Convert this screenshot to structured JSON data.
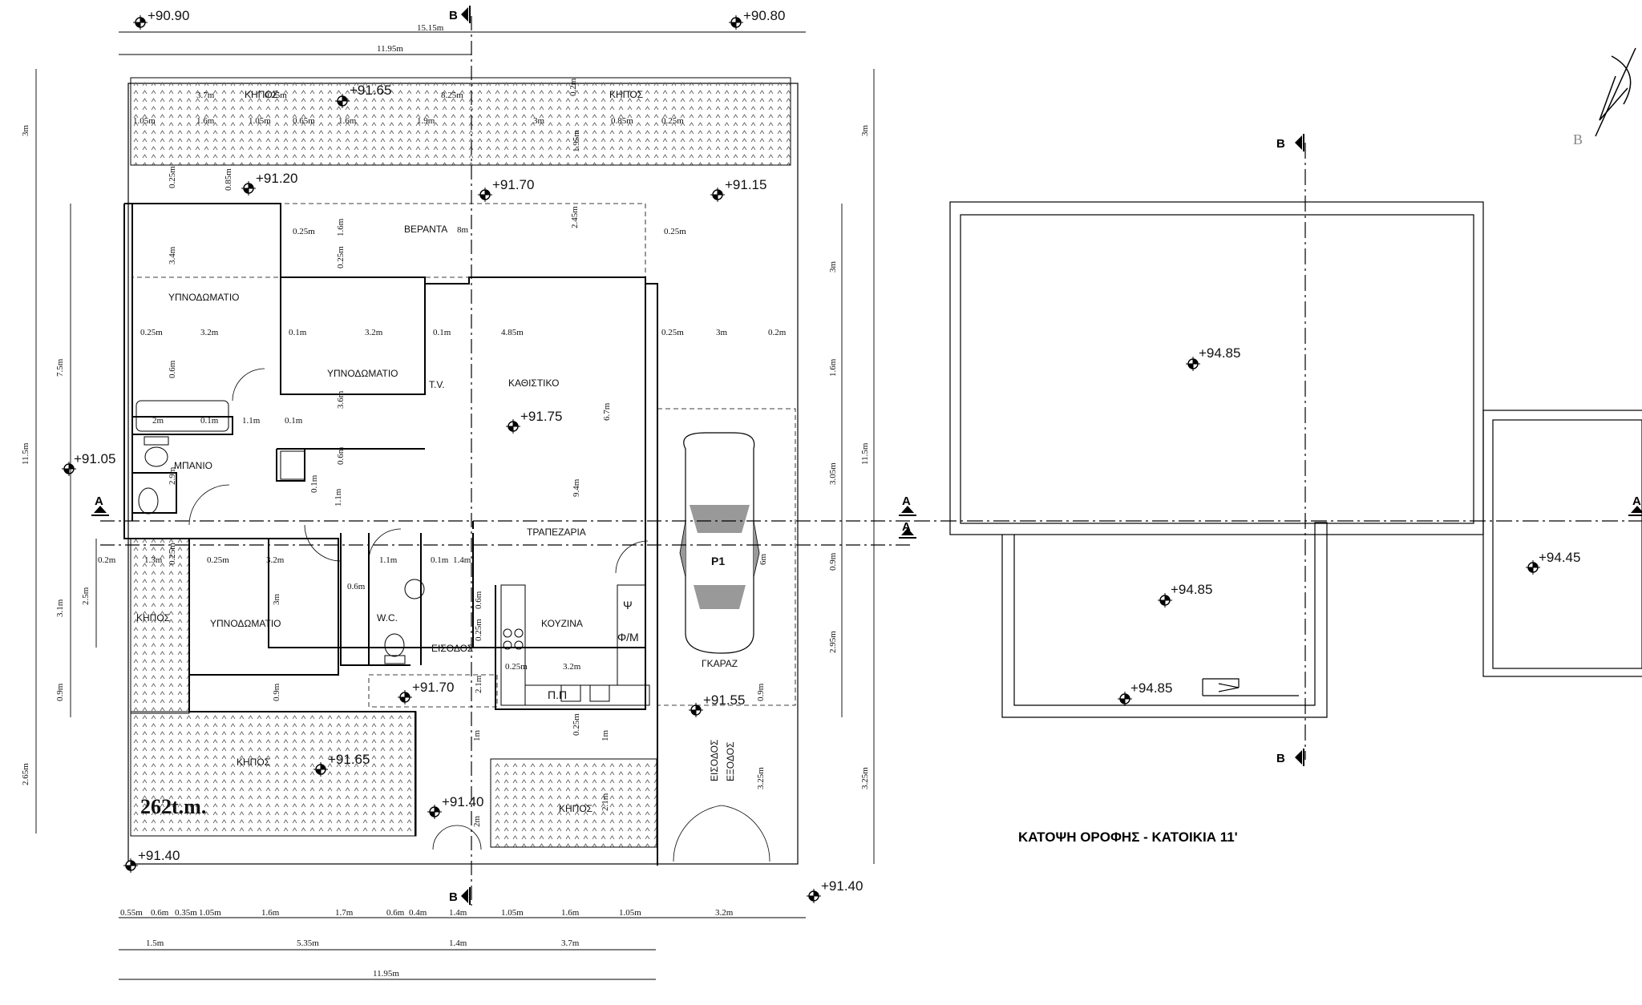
{
  "levels": {
    "tl_9090": "+90.90",
    "tr_9080": "+90.80",
    "k_9165_top": "+91.65",
    "l_9120": "+91.20",
    "l_9170_top": "+91.70",
    "l_9115": "+91.15",
    "l_9175": "+91.75",
    "l_9105": "+91.05",
    "l_9170_bot": "+91.70",
    "l_9155": "+91.55",
    "k_9165_bot": "+91.65",
    "l_9140_mid": "+91.40",
    "l_9140_left": "+91.40",
    "l_9140_right": "+91.40",
    "roof_9485_a": "+94.85",
    "roof_9485_b": "+94.85",
    "roof_9485_c": "+94.85",
    "roof_9445": "+94.45"
  },
  "rooms": {
    "veranda": "ΒΕΡΑΝΤΑ",
    "bedroom1": "ΥΠΝΟΔΩΜΑΤΙΟ",
    "bedroom2": "ΥΠΝΟΔΩΜΑΤΙΟ",
    "bedroom3": "ΥΠΝΟΔΩΜΑΤΙΟ",
    "living": "ΚΑΘΙΣΤΙΚΟ",
    "bath": "ΜΠΑΝΙΟ",
    "dining": "ΤΡΑΠΕΖΑΡΙΑ",
    "kitchen": "ΚΟΥΖΙΝΑ",
    "entrance": "ΕΙΣΟΔΟΣ",
    "wc": "W.C.",
    "garage": "ΓΚΑΡΑΖ",
    "tv": "T.V.",
    "garden_top1": "ΚΗΠΟΣ",
    "garden_top2": "ΚΗΠΟΣ",
    "garden_left": "ΚΗΠΟΣ",
    "garden_bottom": "ΚΗΠΟΣ",
    "garden_bottom2": "ΚΗΠΟΣ",
    "entry_exit_1": "ΕΙΣΟΔΟΣ",
    "entry_exit_2": "ΕΞΟΔΟΣ",
    "car_label": "P1",
    "psi": "Ψ",
    "phim": "Φ/Μ",
    "pp": "Π.Π"
  },
  "area": "262t.m.",
  "section_labels": {
    "b_top": "B",
    "b_bottom": "B",
    "a_left": "A",
    "a_right": "A",
    "a_right2": "A",
    "b_roof_top": "B",
    "b_roof_bottom": "B",
    "a_roof": "A",
    "north_b": "B"
  },
  "roof_title": "ΚΑΤΟΨΗ ΟΡΟΦΗΣ - ΚΑΤΟΙΚΙΑ 11'",
  "dims": {
    "top_total": "15.15m",
    "top_inner": "11.95m",
    "bottom_total": "11.95m",
    "bottom_row1": [
      "0.55m",
      "0.6m",
      "0.35m",
      "1.05m",
      "1.6m",
      "1.7m",
      "0.6m",
      "0.4m",
      "1.4m",
      "1.05m",
      "1.6m",
      "1.05m",
      "3.2m"
    ],
    "bottom_row2": [
      "1.5m",
      "5.35m",
      "1.4m",
      "3.7m"
    ],
    "left_outer": [
      "3m",
      "11.5m",
      "2.65m"
    ],
    "left_inner": [
      "7.5m",
      "3.1m",
      "0.9m"
    ],
    "left_small": "2.5m",
    "right_outer": [
      "3m",
      "11.5m",
      "3.25m"
    ],
    "right_inner": [
      "3m",
      "1.6m",
      "3.05m",
      "0.9m",
      "2.95m"
    ],
    "garden_strip": [
      "3.7m",
      "0.25m",
      "8.25m",
      "0.2m",
      "1.05m",
      "1.6m",
      "1.05m",
      "0.65m",
      "1.6m",
      "1.9m",
      "3m",
      "0.85m",
      "0.25m",
      "1.95m"
    ],
    "interior": [
      "0.25m",
      "0.85m",
      "0.25m",
      "1.6m",
      "0.25m",
      "8m",
      "2.45m",
      "0.25m",
      "3.4m",
      "0.25m",
      "3.2m",
      "0.1m",
      "3.2m",
      "0.1m",
      "4.85m",
      "0.25m",
      "3m",
      "0.2m",
      "0.6m",
      "2m",
      "0.1m",
      "1.1m",
      "0.1m",
      "3.6m",
      "6.7m",
      "2.9m",
      "0.6m",
      "0.1m",
      "1.1m",
      "9.4m",
      "6m",
      "0.2m",
      "1.3m",
      "0.25m",
      "0.25m",
      "3.2m",
      "3m",
      "1.1m",
      "0.1m",
      "1.4m",
      "0.6m",
      "0.6m",
      "0.25m",
      "0.25m",
      "3.2m",
      "2.1m",
      "0.9m",
      "0.25m",
      "1m",
      "1m",
      "2m",
      "2.1m",
      "3.25m",
      "0.9m"
    ]
  }
}
